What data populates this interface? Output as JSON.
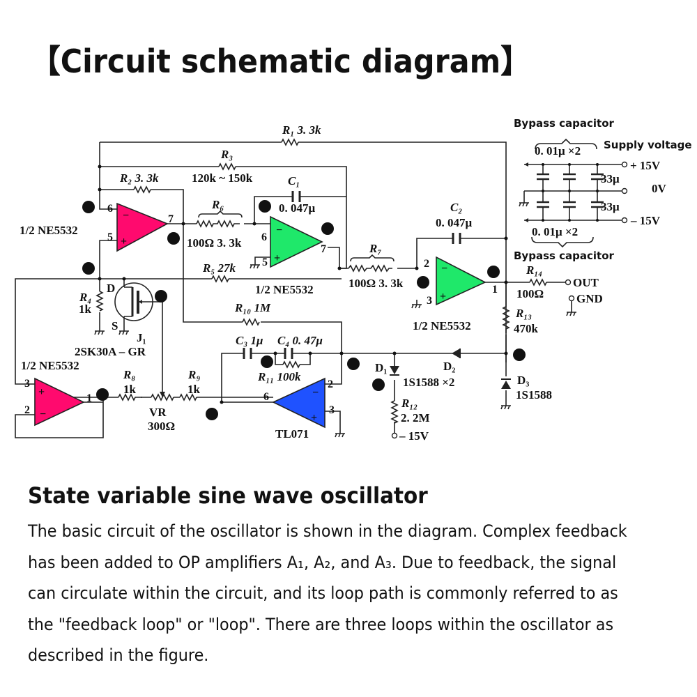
{
  "title": "【Circuit schematic diagram】",
  "schematic": {
    "colors": {
      "opamp_a1": "#ff0a6e",
      "opamp_a2": "#1fe86a",
      "opamp_a3": "#1fe86a",
      "opamp_tl071": "#1f52ff",
      "opamp_a4": "#ff0a6e"
    },
    "labels": {
      "r1": "R₁ 3. 3k",
      "r2": "R₂ 3. 3k",
      "r3": "R₃",
      "r3_value": "120k ~ 150k",
      "c1": "C₁",
      "c1_value": "0. 047μ",
      "r6": "R₆",
      "r6_value": "100Ω 3. 3k",
      "r5": "R₅ 27k",
      "c2": "C₂",
      "c2_value": "0. 047μ",
      "r7": "R₇",
      "r7_value": "100Ω 3. 3k",
      "r14": "R₁₄",
      "r14_value": "100Ω",
      "r13": "R₁₃",
      "r13_value": "470k",
      "out": "OUT",
      "gnd": "GND",
      "r4": "R₄",
      "r4_value": "1k",
      "jfet_d": "D",
      "jfet_s": "S",
      "j1": "J₁",
      "j1_part": "2SK30A – GR",
      "r10": "R₁₀ 1M",
      "c3": "C₃ 1μ",
      "c4": "C₄ 0. 47μ",
      "r11": "R₁₁ 100k",
      "r8": "R₈",
      "r8_value": "1k",
      "r9": "R₉",
      "r9_value": "1k",
      "vr": "VR",
      "vr_value": "300Ω",
      "tl071": "TL071",
      "d1": "D₁",
      "d2": "D₂",
      "d12_part": "1S1588 ×2",
      "r12": "R₁₂",
      "r12_value": "2. 2M",
      "minus15_bottom": "– 15V",
      "d3": "D₃",
      "d3_part": "1S1588",
      "half_ne5532_a1": "1/2 NE5532",
      "half_ne5532_a2": "1/2 NE5532",
      "half_ne5532_a3": "1/2 NE5532",
      "half_ne5532_a4": "1/2 NE5532",
      "bypass_top": "Bypass capacitor",
      "bypass_bottom": "Bypass capacitor",
      "supply_voltage": "Supply voltage",
      "bypass_top_value": "0. 01μ ×2",
      "bypass_bottom_value": "0. 01μ ×2",
      "cap33_top": "33μ",
      "cap33_bottom": "33μ",
      "plus15": "+ 15V",
      "zero_v": "0V",
      "minus15": "– 15V"
    },
    "pins": {
      "a1_inv": "6",
      "a1_non": "5",
      "a1_out": "7",
      "a2_inv": "6",
      "a2_non": "5",
      "a2_out": "7",
      "a3_inv": "2",
      "a3_non": "3",
      "a3_out": "1",
      "a4_non": "3",
      "a4_inv": "2",
      "a4_out": "1",
      "tl_inv": "2",
      "tl_non": "3",
      "tl_out": "6"
    }
  },
  "subtitle": "State variable sine wave oscillator",
  "body_lines": [
    "The basic circuit of the oscillator is shown in the diagram. Complex feedback",
    "has been added to OP amplifiers A₁, A₂, and A₃. Due to feedback, the signal",
    "can circulate within the circuit, and its loop path is commonly referred to as",
    "the \"feedback loop\" or \"loop\". There are three loops within the oscillator as",
    "described in the figure."
  ]
}
